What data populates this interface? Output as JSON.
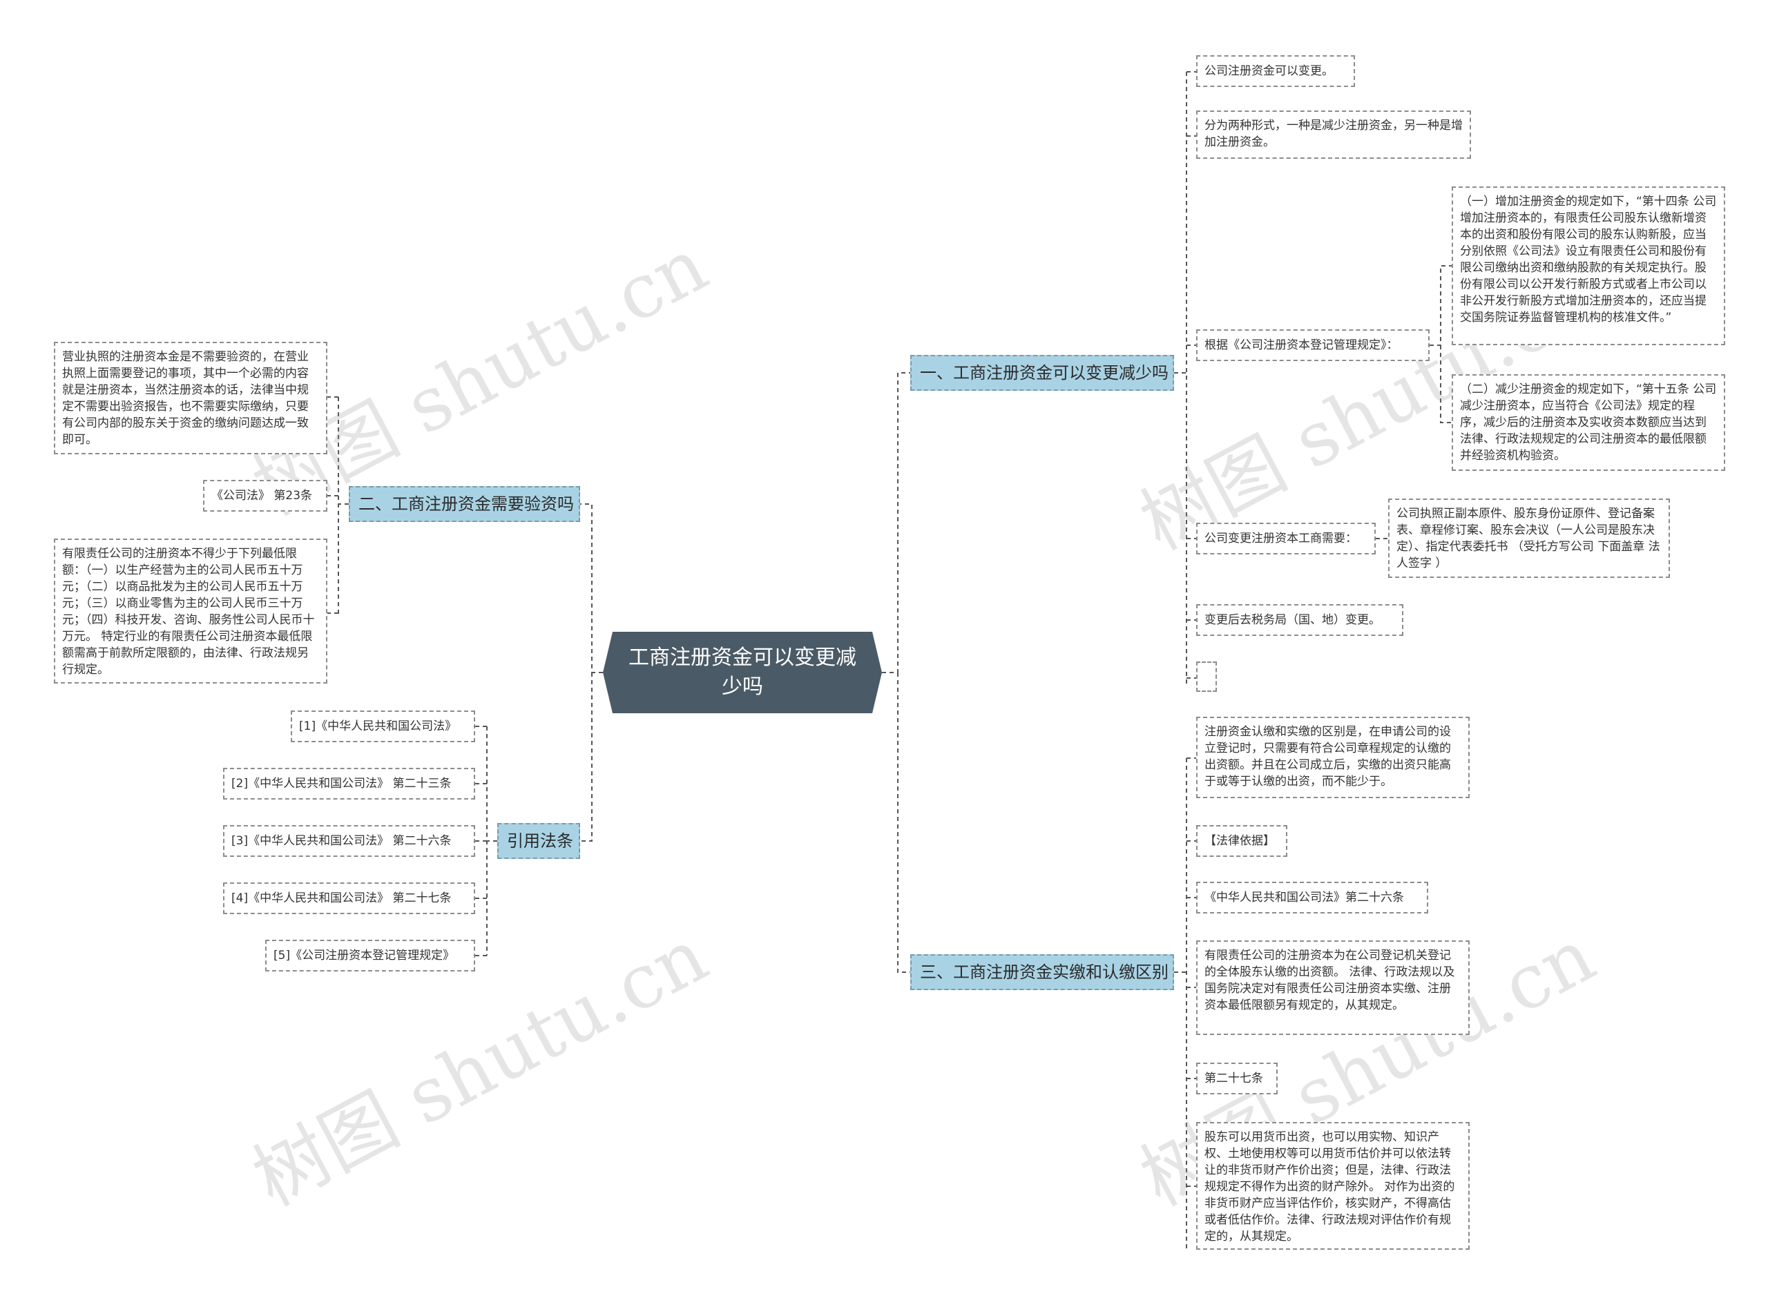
{
  "center": {
    "title": "工商注册资金可以变更减少吗"
  },
  "branches": {
    "b1": "一、工商注册资金可以变更减少吗",
    "b2": "二、工商注册资金需要验资吗",
    "b3": "三、工商注册资金实缴和认缴区别",
    "b4": "引用法条"
  },
  "b1_items": {
    "n1": "公司注册资金可以变更。",
    "n2": "分为两种形式，一种是减少注册资金，另一种是增加注册资金。",
    "n3": "根据《公司注册资本登记管理规定》：",
    "n3a": "（一）增加注册资金的规定如下，“第十四条 公司增加注册资本的，有限责任公司股东认缴新增资本的出资和股份有限公司的股东认购新股，应当分别依照《公司法》设立有限责任公司和股份有限公司缴纳出资和缴纳股款的有关规定执行。股份有限公司以公开发行新股方式或者上市公司以非公开发行新股方式增加注册资本的，还应当提交国务院证券监督管理机构的核准文件。”",
    "n3b": "（二）减少注册资金的规定如下，“第十五条 公司减少注册资本，应当符合《公司法》规定的程序，减少后的注册资本及实收资本数额应当达到法律、行政法规规定的公司注册资本的最低限额并经验资机构验资。",
    "n4": "公司变更注册资本工商需要：",
    "n4a": "公司执照正副本原件、股东身份证原件、登记备案表、章程修订案、股东会决议（一人公司是股东决定）、指定代表委托书 （受托方写公司 下面盖章 法人签字 ）",
    "n5": "变更后去税务局（国、地）变更。",
    "n6": ""
  },
  "b2_items": {
    "n1": "营业执照的注册资本金是不需要验资的，在营业执照上面需要登记的事项，其中一个必需的内容就是注册资本，当然注册资本的话，法律当中规定不需要出验资报告，也不需要实际缴纳，只要有公司内部的股东关于资金的缴纳问题达成一致即可。",
    "n2": "《公司法》 第23条",
    "n3": "有限责任公司的注册资本不得少于下列最低限额：（一）以生产经营为主的公司人民币五十万元；（二）以商品批发为主的公司人民币五十万元；（三）以商业零售为主的公司人民币三十万元；（四）科技开发、咨询、服务性公司人民币十万元。 特定行业的有限责任公司注册资本最低限额需高于前款所定限额的，由法律、行政法规另行规定。"
  },
  "b3_items": {
    "n1": "注册资金认缴和实缴的区别是，在申请公司的设立登记时，只需要有符合公司章程规定的认缴的出资额。并且在公司成立后，实缴的出资只能高于或等于认缴的出资，而不能少于。",
    "n2": "【法律依据】",
    "n3": "《中华人民共和国公司法》第二十六条",
    "n4": "有限责任公司的注册资本为在公司登记机关登记的全体股东认缴的出资额。 法律、行政法规以及国务院决定对有限责任公司注册资本实缴、注册资本最低限额另有规定的，从其规定。",
    "n5": "第二十七条",
    "n6": "股东可以用货币出资，也可以用实物、知识产权、土地使用权等可以用货币估价并可以依法转让的非货币财产作价出资；但是，法律、行政法规规定不得作为出资的财产除外。 对作为出资的非货币财产应当评估作价，核实财产，不得高估或者低估作价。法律、行政法规对评估作价有规定的，从其规定。"
  },
  "b4_items": {
    "n1": "[1]《中华人民共和国公司法》",
    "n2": "[2]《中华人民共和国公司法》 第二十三条",
    "n3": "[3]《中华人民共和国公司法》 第二十六条",
    "n4": "[4]《中华人民共和国公司法》 第二十七条",
    "n5": "[5]《公司注册资本登记管理规定》"
  },
  "watermark": "树图 shutu.cn",
  "colors": {
    "center": "#4a5a66",
    "branch": "#a9d3e5",
    "line": "#555555",
    "border": "#8c8c8c"
  }
}
